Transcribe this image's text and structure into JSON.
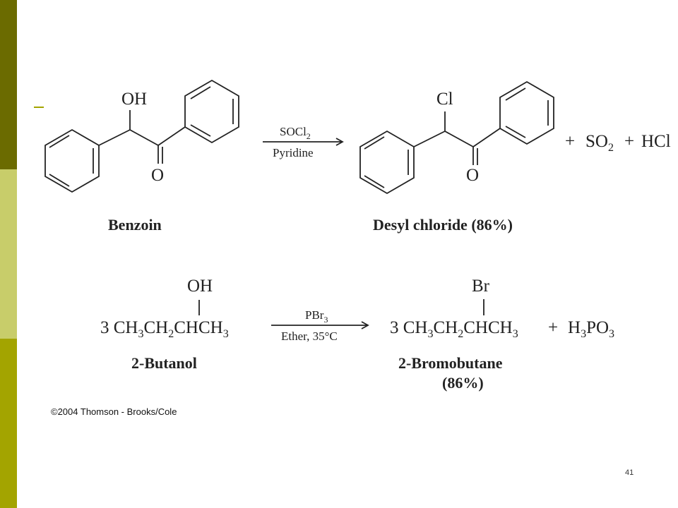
{
  "colors": {
    "bar_top": "#6b6b00",
    "bar_middle": "#c8cd6a",
    "bar_bottom": "#a3a400",
    "magenta": "#d6247f",
    "teal": "#1aa673",
    "text": "#222222"
  },
  "reaction1": {
    "reactant_oh": "OH",
    "reactant_o": "O",
    "reactant_name": "Benzoin",
    "reagent_top": "SOCl",
    "reagent_top_sub": "2",
    "reagent_bottom": "Pyridine",
    "product_cl": "Cl",
    "product_o": "O",
    "product_name": "Desyl chloride (86%)",
    "plus1": "+",
    "byproduct1": "SO",
    "byproduct1_sub": "2",
    "plus2": "+",
    "byproduct2": "HCl"
  },
  "reaction2": {
    "reactant_oh": "OH",
    "reactant_coef": "3 CH",
    "reactant_parts": [
      "3",
      "CH",
      "2",
      "CHCH",
      "3"
    ],
    "reactant_name": "2-Butanol",
    "reagent_top": "PBr",
    "reagent_top_sub": "3",
    "reagent_bottom": "Ether, 35°C",
    "product_br": "Br",
    "product_coef": "3 CH",
    "product_parts": [
      "3",
      "CH",
      "2",
      "CHCH",
      "3"
    ],
    "plus": "+",
    "byproduct_a": "H",
    "byproduct_a_sub": "3",
    "byproduct_b": "PO",
    "byproduct_b_sub": "3",
    "product_name": "2-Bromobutane",
    "product_yield": "(86%)"
  },
  "copyright": "©2004 Thomson - Brooks/Cole",
  "page_number": "41"
}
